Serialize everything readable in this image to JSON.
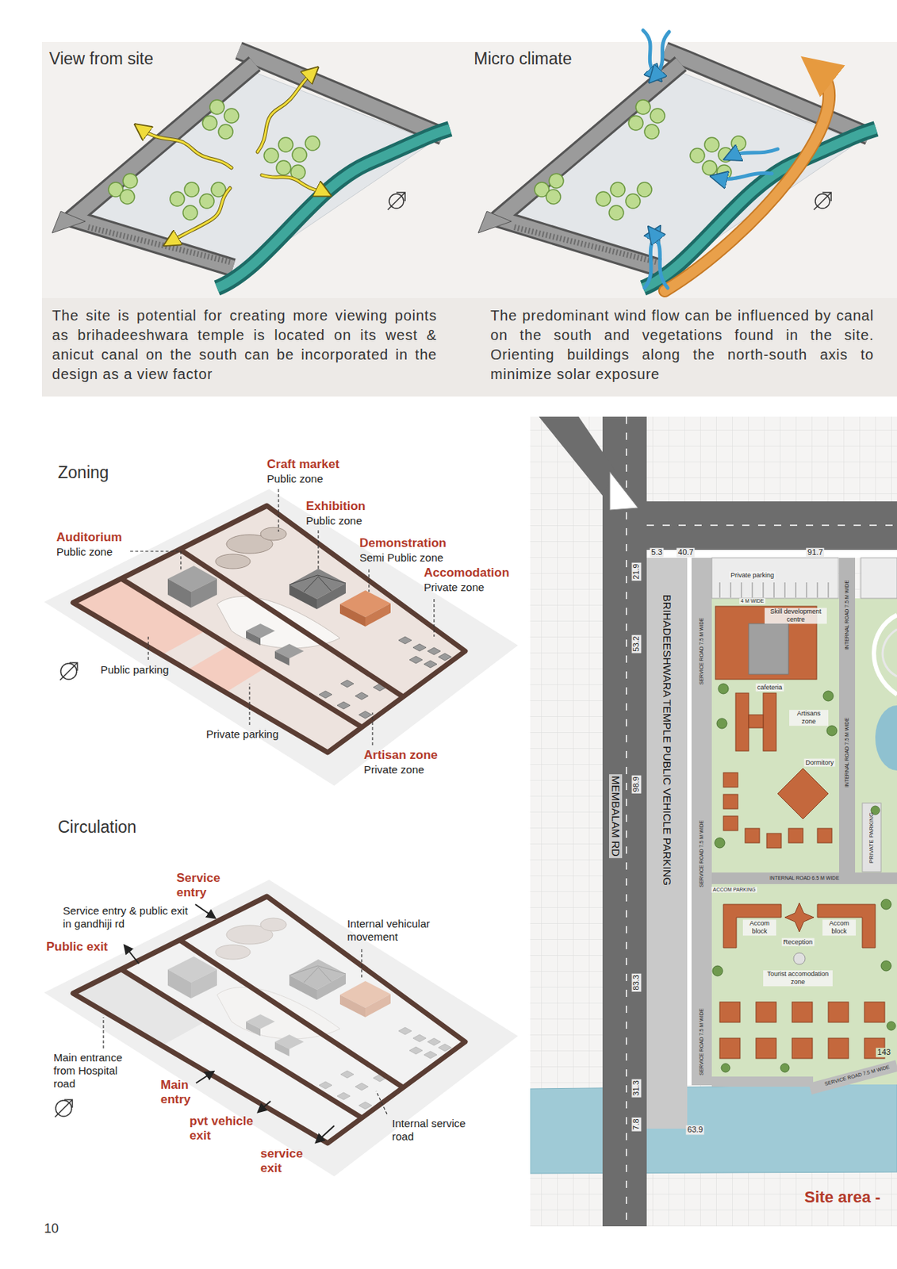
{
  "diagram": {
    "labels": [
      "View from site",
      "Micro climate",
      "The site is potential for creating more viewing points as brihadeeshwara temple is located on its west & anicut canal on the south can be incorporated in the design as a view factor",
      "The predominant wind flow can be influenced by canal on the south and vegetations found in the site. Orienting buildings along the north-south axis to minimize solar exposure",
      "Zoning",
      "Craft market",
      "Public zone",
      "Exhibition",
      "Public zone",
      "Auditorium",
      "Public zone",
      "Demonstration",
      "Semi Public zone",
      "Accomodation",
      "Private zone",
      "Public parking",
      "Private parking",
      "Artisan zone",
      "Private zone",
      "Circulation",
      "Service entry",
      "Service entry & public exit in gandhiji rd",
      "Public exit",
      "Internal vehicular movement",
      "Main entrance from Hospital road",
      "Main entry",
      "pvt vehicle exit",
      "service exit",
      "Internal service road",
      "10",
      "Private parking",
      "4 M WIDE",
      "Skill development centre",
      "cafeteria",
      "Artisans zone",
      "Dormitory",
      "SERVICE ROAD 7.5 M WIDE",
      "INTERNAL ROAD 7.5 M WIDE",
      "INTERNAL ROAD 7.5 M WIDE",
      "SERVICE ROAD 7.5 M WIDE",
      "PRIVATE PARKING",
      "ACCOM PARKING",
      "INTERNAL ROAD 6.5 M WIDE",
      "Accom block",
      "Reception",
      "Accom block",
      "Tourist accomodation zone",
      "SERVICE ROAD 7.5 M WIDE",
      "SERVICE ROAD 7.5 M WIDE",
      "BRIHADEESHWARA TEMPLE PUBLIC VEHICLE PARKING",
      "MEMBALAM RD",
      "5.3",
      "40.7",
      "91.7",
      "21.9",
      "53.2",
      "98.9",
      "83.3",
      "31.3",
      "7.8",
      "63.9",
      "143",
      "Site area -"
    ]
  }
}
